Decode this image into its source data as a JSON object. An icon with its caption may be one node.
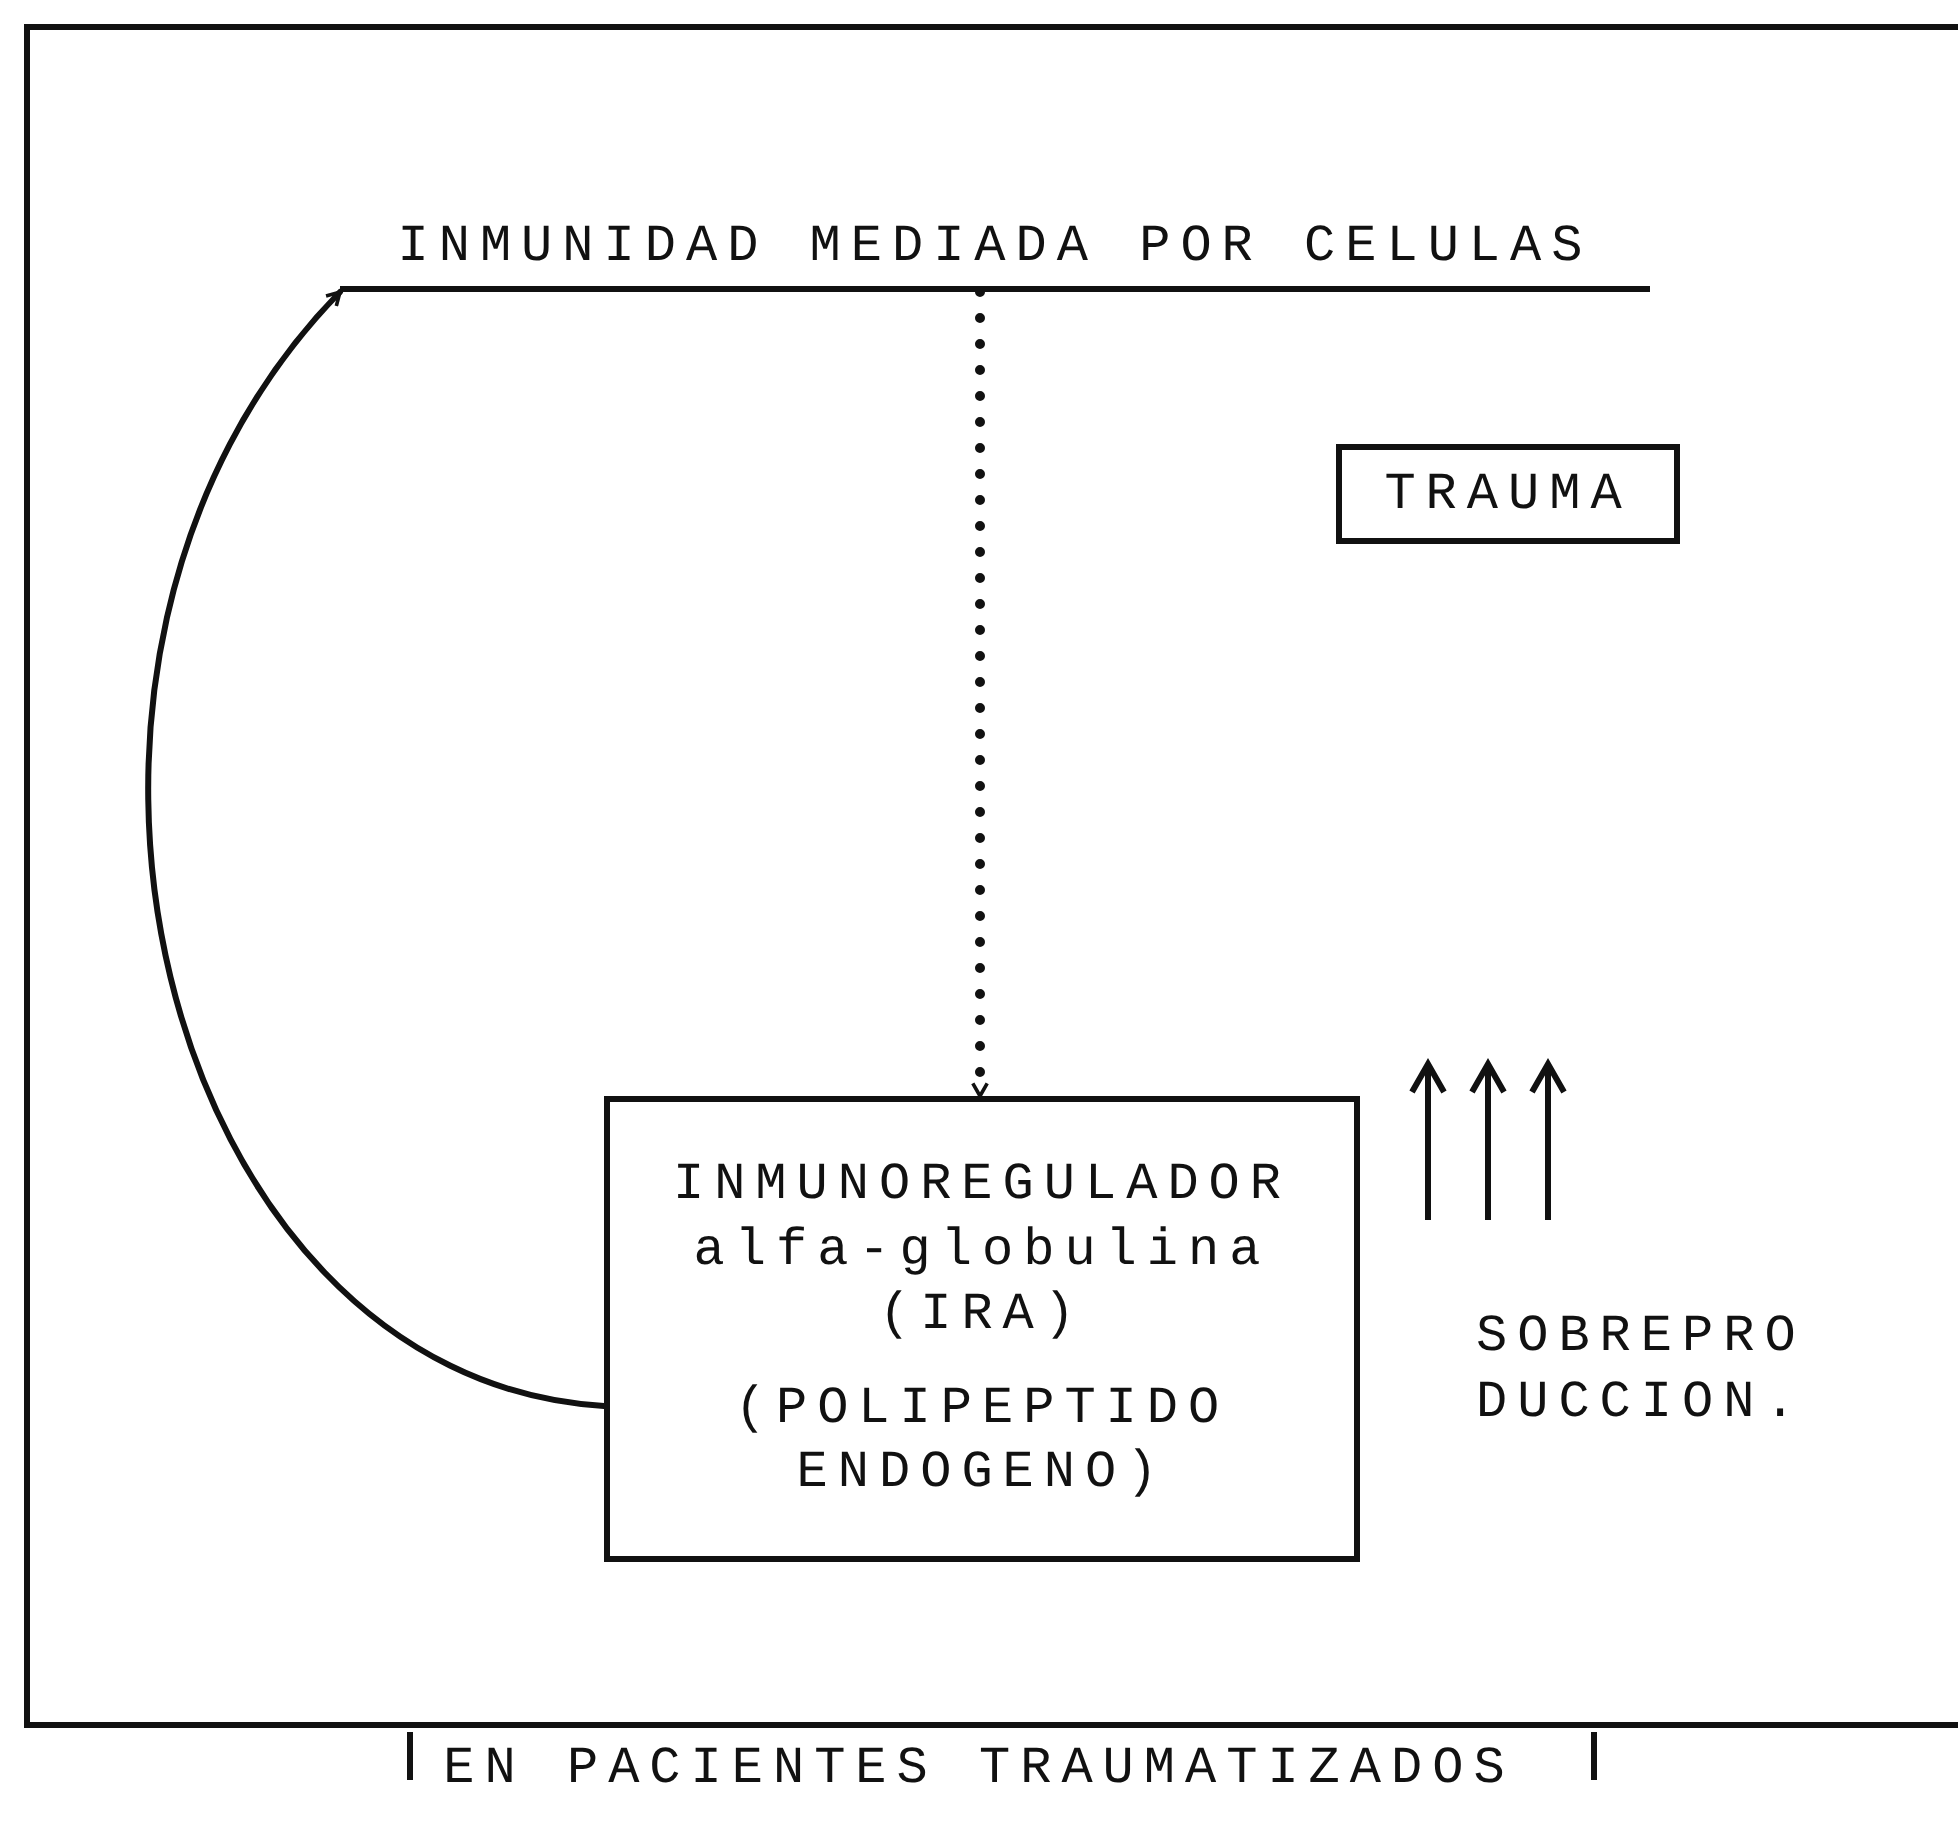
{
  "diagram": {
    "caption": "EN PACIENTES TRAUMATIZADOS",
    "nodes": [
      {
        "text": [
          "INMUNIDAD MEDIADA POR CELULAS"
        ]
      },
      {
        "text": [
          "TRAUMA"
        ]
      },
      {
        "text": [
          "INMUNOREGULADOR alfa-globulina (IRA)",
          "(POLIPEPTIDO ENDOGENO)"
        ]
      }
    ],
    "edges": [
      {
        "from": 0,
        "to": 2,
        "arrow": "to",
        "style": "dashed"
      },
      {
        "from": 2,
        "to": 0,
        "arrow": "to"
      }
    ],
    "labels": [
      "SOBREPRO DUCCION."
    ]
  }
}
